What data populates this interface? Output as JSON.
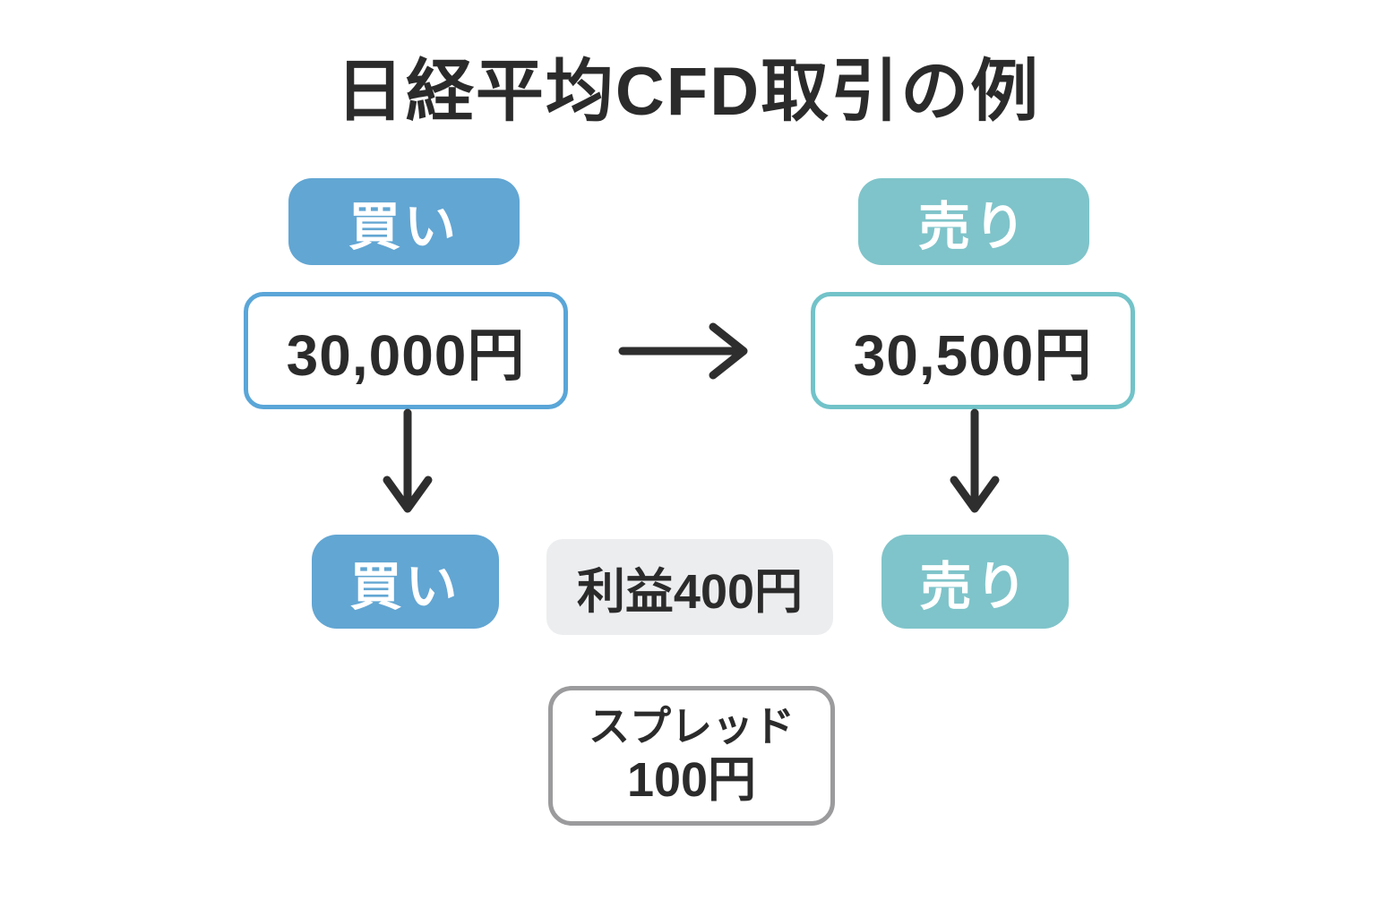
{
  "title": "日経平均CFD取引の例",
  "top_row": {
    "buy_badge": "買い",
    "sell_badge": "売り"
  },
  "price_row": {
    "buy_price": "30,000円",
    "sell_price": "30,500円"
  },
  "bottom_row": {
    "buy_badge": "買い",
    "profit_badge": "利益400円",
    "sell_badge": "売り"
  },
  "spread_box": {
    "line1": "スプレッド",
    "line2": "100円"
  },
  "icons": {
    "right_arrow": "right-arrow-icon",
    "down_arrow": "down-arrow-icon"
  },
  "colors": {
    "buy_blue": "#62a6d3",
    "sell_teal": "#7fc4ca",
    "buy_border_blue": "#5aa6d8",
    "sell_border_teal": "#72c3c9",
    "profit_gray_bg": "#ecedef",
    "spread_border_gray": "#9b9b9d",
    "text_dark": "#2b2b2b",
    "arrow_dark": "#2e2e2e",
    "badge_text_white": "#ffffff",
    "background_white": "#ffffff"
  }
}
